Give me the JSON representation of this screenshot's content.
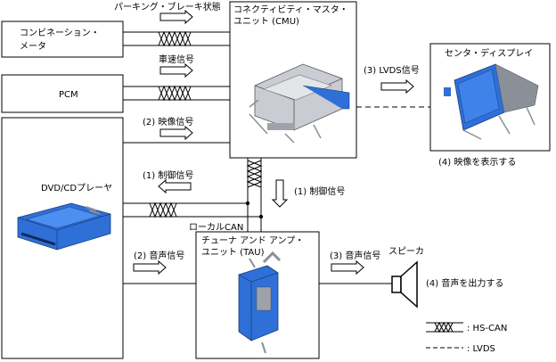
{
  "nodes": {
    "combination_meter": {
      "label": "コンビネーション・\nメータ"
    },
    "pcm": {
      "label": "PCM"
    },
    "dvd": {
      "label": "DVD/CDプレーヤ"
    },
    "cmu": {
      "label": "コネクティビティ・マスタ・\nユニット (CMU)"
    },
    "center_display": {
      "label": "センタ・ディスプレイ"
    },
    "tau": {
      "label": "チューナ アンド アンプ・\nユニット (TAU)"
    },
    "speaker": {
      "label": "スピーカ"
    }
  },
  "signals": {
    "parking_brake": "パーキング・ブレーキ状態",
    "vehicle_speed": "車速信号",
    "video_signal": "(2) 映像信号",
    "lvds_signal": "(3) LVDS信号",
    "display_video": "(4) 映像を表示する",
    "control_signal_left": "(1) 制御信号",
    "control_signal_down": "(1) 制御信号",
    "local_can": "ローカルCAN",
    "audio_signal_left": "(2) 音声信号",
    "audio_signal_right": "(3) 音声信号",
    "output_audio": "(4) 音声を出力する"
  },
  "legend": {
    "hs_can": ": HS-CAN",
    "lvds": ": LVDS"
  },
  "colors": {
    "unit_blue": "#2f6fd8",
    "unit_grey": "#b8bcc4"
  }
}
